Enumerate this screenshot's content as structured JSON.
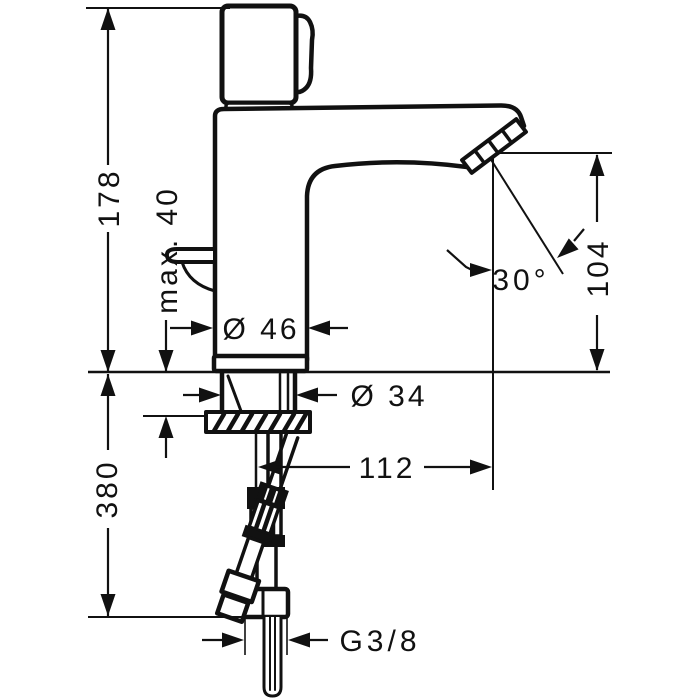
{
  "drawing": {
    "labels": {
      "overall_height": "178",
      "max_deck_thickness": "max. 40",
      "below_deck_length": "380",
      "aerator_height": "104",
      "spout_angle": "30°",
      "body_diameter": "Ø 46",
      "shank_diameter": "Ø 34",
      "spout_reach": "112",
      "connection_thread": "G3/8"
    },
    "colors": {
      "line": "#111111",
      "background": "#ffffff"
    }
  }
}
